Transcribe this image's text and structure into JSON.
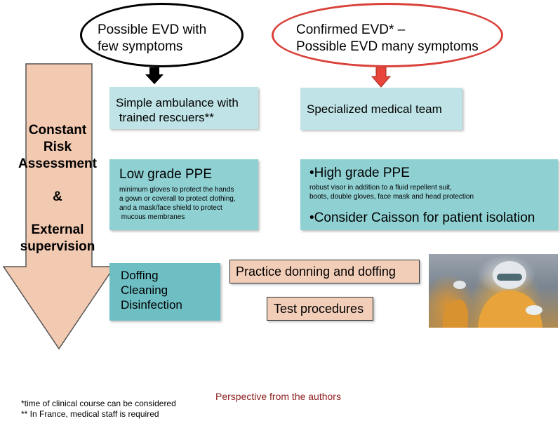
{
  "left_arrow": {
    "lines": [
      "Constant",
      "Risk",
      "Assessment",
      "&",
      "External",
      "supervision"
    ]
  },
  "ovals": {
    "few": {
      "line1": "Possible EVD with",
      "line2": "few symptoms"
    },
    "many": {
      "line1": "Confirmed EVD* –",
      "line2": "Possible EVD many symptoms"
    }
  },
  "boxes": {
    "ambulance": {
      "line1": "Simple ambulance with",
      "line2": " trained rescuers**"
    },
    "medical_team": {
      "text": "Specialized medical team"
    },
    "low_ppe": {
      "title": "Low grade PPE",
      "lines": [
        "minimum gloves to protect the hands",
        "a gown or coverall to protect clothing,",
        "and a mask/face shield to protect",
        " mucous membranes"
      ]
    },
    "high_ppe": {
      "title": "•High grade PPE",
      "lines": [
        "robust visor in addition to a fluid repellent suit,",
        "boots, double gloves, face mask and head protection"
      ],
      "caisson": "•Consider Caisson for patient isolation"
    },
    "doffing": {
      "lines": [
        "Doffing",
        "Cleaning",
        "Disinfection"
      ]
    },
    "practice": {
      "text": "Practice donning and doffing"
    },
    "test": {
      "text": "Test procedures"
    }
  },
  "footnotes": [
    "*time of clinical course can be considered",
    "** In France, medical staff is required"
  ],
  "credit": "Perspective from the authors",
  "colors": {
    "arrow_fill": "#f2c9b1",
    "black_arrow": "#000000",
    "red_arrow": "#e8463a",
    "red_oval": "#d9413a",
    "box_light": "#bfe3e6",
    "box_mid": "#8fd0d3",
    "box_dark": "#6dbfc4",
    "salmon": "#f2cdb8",
    "credit": "#8b1d1d"
  }
}
